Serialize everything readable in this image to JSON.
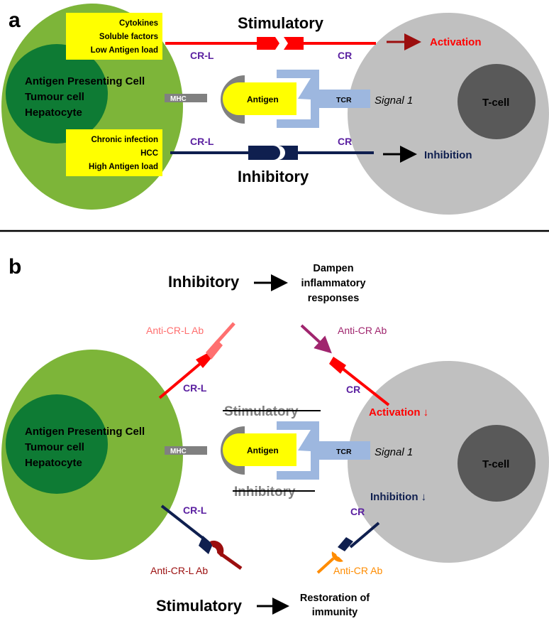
{
  "colors": {
    "apc_green": "#7db539",
    "apc_dark_green": "#0e7b34",
    "tcell_gray": "#c0c0c0",
    "tcell_dark": "#595959",
    "yellow": "#ffff00",
    "red": "#ff0000",
    "dark_red": "#9b0e0e",
    "navy": "#0f1f4f",
    "purple": "#5a1fa0",
    "tcr_blue": "#9db7df",
    "mhc_gray": "#808080",
    "pink": "#ff6f6f",
    "magenta": "#a0256e",
    "orange": "#ff8c00"
  },
  "panel_a": {
    "label": "a",
    "apc_label": [
      "Antigen Presenting Cell",
      "Tumour cell",
      "Hepatocyte"
    ],
    "tcell_label": "T-cell",
    "box_top": [
      "Cytokines",
      "Soluble factors",
      "Low Antigen load"
    ],
    "box_bottom": [
      "Chronic infection",
      "HCC",
      "High Antigen load"
    ],
    "stimulatory": "Stimulatory",
    "inhibitory": "Inhibitory",
    "crl_top": "CR-L",
    "cr_top": "CR",
    "crl_bottom": "CR-L",
    "cr_bottom": "CR",
    "activation": "Activation",
    "inhibition": "Inhibition",
    "mhc": "MHC",
    "antigen": "Antigen",
    "tcr": "TCR",
    "signal1": "Signal 1"
  },
  "panel_b": {
    "label": "b",
    "apc_label": [
      "Antigen Presenting Cell",
      "Tumour cell",
      "Hepatocyte"
    ],
    "tcell_label": "T-cell",
    "inhibitory_top": "Inhibitory",
    "dampen": [
      "Dampen",
      "inflammatory",
      "responses"
    ],
    "anti_crl_top": "Anti-CR-L Ab",
    "anti_cr_top": "Anti-CR Ab",
    "crl_top": "CR-L",
    "cr_top": "CR",
    "stimulatory_struck": "Stimulatory",
    "inhibitory_struck": "Inhibitory",
    "activation": "Activation ↓",
    "inhibition": "Inhibition ↓",
    "mhc": "MHC",
    "antigen": "Antigen",
    "tcr": "TCR",
    "signal1": "Signal 1",
    "crl_bottom": "CR-L",
    "cr_bottom": "CR",
    "anti_crl_bottom": "Anti-CR-L Ab",
    "anti_cr_bottom": "Anti-CR Ab",
    "stimulatory_bottom": "Stimulatory",
    "restoration": [
      "Restoration of",
      "immunity"
    ]
  }
}
